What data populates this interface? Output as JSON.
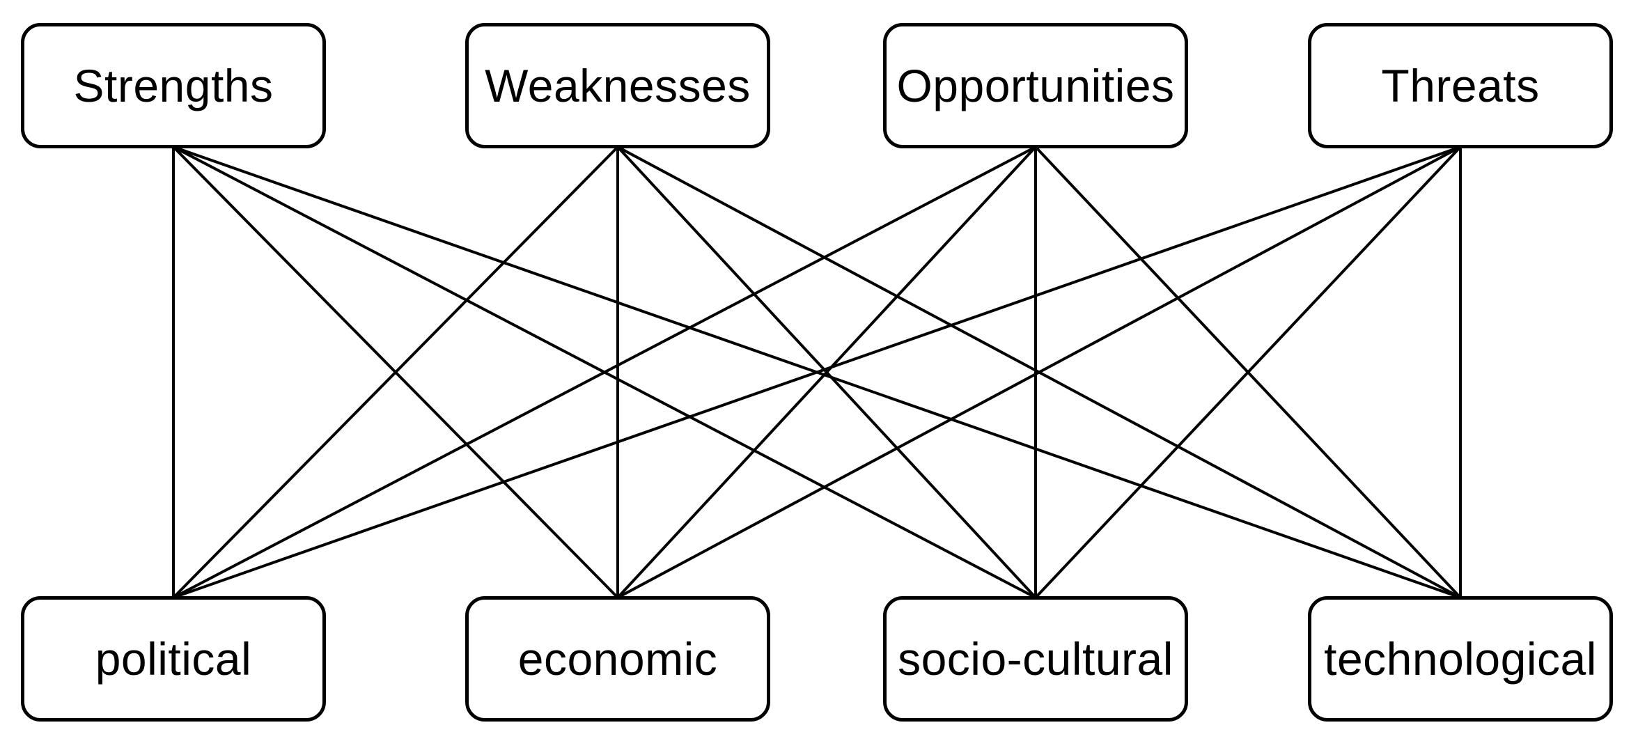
{
  "diagram": {
    "type": "bipartite-graph",
    "description": "Complete bipartite mapping between SWOT factors (top row) and PEST factors (bottom row); every top node connects to every bottom node (16 edges, no arrowheads).",
    "top_nodes": [
      {
        "id": "strengths",
        "label": "Strengths"
      },
      {
        "id": "weaknesses",
        "label": "Weaknesses"
      },
      {
        "id": "opportunities",
        "label": "Opportunities"
      },
      {
        "id": "threats",
        "label": "Threats"
      }
    ],
    "bottom_nodes": [
      {
        "id": "political",
        "label": "political"
      },
      {
        "id": "economic",
        "label": "economic"
      },
      {
        "id": "socio-cultural",
        "label": "socio-cultural"
      },
      {
        "id": "technological",
        "label": "technological"
      }
    ],
    "edges": [
      [
        "strengths",
        "political"
      ],
      [
        "strengths",
        "economic"
      ],
      [
        "strengths",
        "socio-cultural"
      ],
      [
        "strengths",
        "technological"
      ],
      [
        "weaknesses",
        "political"
      ],
      [
        "weaknesses",
        "economic"
      ],
      [
        "weaknesses",
        "socio-cultural"
      ],
      [
        "weaknesses",
        "technological"
      ],
      [
        "opportunities",
        "political"
      ],
      [
        "opportunities",
        "economic"
      ],
      [
        "opportunities",
        "socio-cultural"
      ],
      [
        "opportunities",
        "technological"
      ],
      [
        "threats",
        "political"
      ],
      [
        "threats",
        "economic"
      ],
      [
        "threats",
        "socio-cultural"
      ],
      [
        "threats",
        "technological"
      ]
    ],
    "colors": {
      "background": "#ffffff",
      "box_border": "#000000",
      "line": "#000000",
      "text": "#000000"
    },
    "line_width": 4
  }
}
